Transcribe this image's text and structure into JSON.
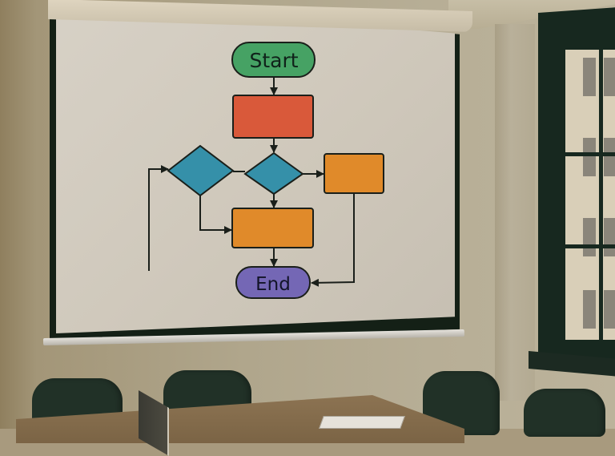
{
  "scene": {
    "description": "Conference room with a pull-down projector screen showing a flowchart diagram",
    "colors": {
      "wall": "#b3a98f",
      "screen_surface": "#d2ccc0",
      "screen_border": "#142016",
      "window_frame": "#17281f",
      "table": "#85704e",
      "chair": "#213127"
    }
  },
  "flowchart": {
    "nodes": [
      {
        "id": "start",
        "shape": "rounded",
        "label": "Start",
        "color": "#46a264"
      },
      {
        "id": "process1",
        "shape": "rect",
        "label": "",
        "color": "#d9593a"
      },
      {
        "id": "decision_left",
        "shape": "diamond",
        "label": "",
        "color": "#3590a9"
      },
      {
        "id": "decision_right",
        "shape": "diamond",
        "label": "",
        "color": "#3590a9"
      },
      {
        "id": "process_right",
        "shape": "rect",
        "label": "",
        "color": "#e08a2a"
      },
      {
        "id": "process_mid",
        "shape": "rect",
        "label": "",
        "color": "#e08a2a"
      },
      {
        "id": "end",
        "shape": "rounded",
        "label": "End",
        "color": "#7467b5"
      }
    ],
    "edges": [
      [
        "start",
        "process1"
      ],
      [
        "process1",
        "decision_right"
      ],
      [
        "decision_left",
        "decision_right"
      ],
      [
        "decision_right",
        "process_right"
      ],
      [
        "decision_right",
        "process_mid"
      ],
      [
        "decision_left",
        "process_mid"
      ],
      [
        "process_mid",
        "end"
      ],
      [
        "process_right",
        "end"
      ],
      [
        "loop",
        "decision_left"
      ]
    ]
  }
}
